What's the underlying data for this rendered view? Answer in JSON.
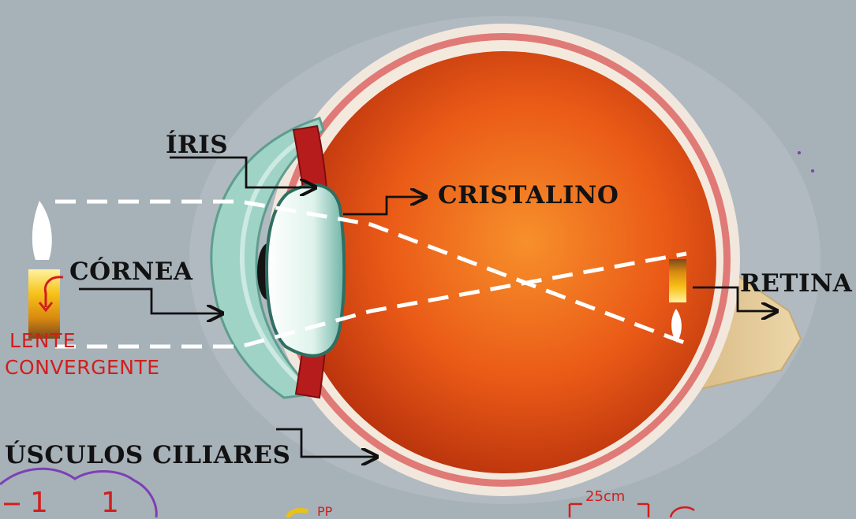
{
  "labels": {
    "iris": "ÍRIS",
    "cristalino": "CRISTALINO",
    "cornea": "CÓRNEA",
    "retina": "RETINA",
    "musculos": "ÚSCULOS CILIARES"
  },
  "handwritten": {
    "lente": "LENTE",
    "convergente": "CONVERGENTE",
    "fraction_1a": "1",
    "fraction_1b": "1",
    "distance": "25cm",
    "partial": "PP"
  },
  "colors": {
    "background": "#a7b1b8",
    "sclera": "#f0e6dc",
    "vitreous": "#e8561a",
    "lens": "#e9f7f2",
    "optic_nerve": "#e2cc98",
    "annotation_red": "#d11e1e",
    "annotation_purple": "#7d3fb5",
    "rays": "#ffffff"
  }
}
